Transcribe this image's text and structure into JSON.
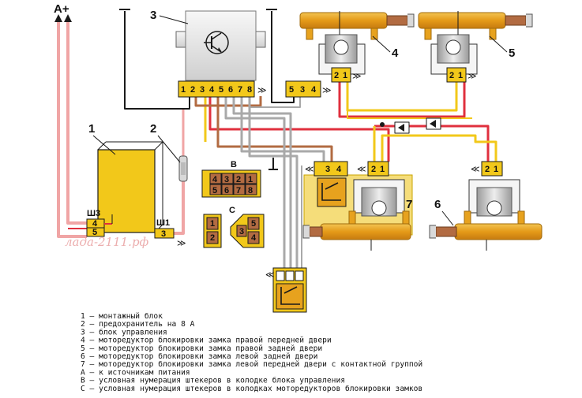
{
  "diagram": {
    "callouts": [
      "1",
      "2",
      "3",
      "4",
      "5",
      "6",
      "7"
    ],
    "power_label": "A+",
    "plug_labels": {
      "sh3": "Ш3",
      "sh1": "Ш1",
      "B": "В",
      "C": "С"
    },
    "control_unit_pins": [
      "1",
      "2",
      "3",
      "4",
      "5",
      "6",
      "7",
      "8"
    ],
    "control_unit_pins_b": [
      "5",
      "3",
      "4"
    ],
    "block_b_pins": [
      [
        "4",
        "3",
        "2",
        "1"
      ],
      [
        "5",
        "6",
        "7",
        "8"
      ]
    ],
    "block_c_left_pins": [
      "1",
      "2"
    ],
    "block_c_right_pins": [
      "3",
      "4",
      "5"
    ],
    "motor_pins": [
      "2",
      "1"
    ],
    "switch_pins": [
      "3",
      "4"
    ],
    "sh3_pins": [
      "4",
      "5"
    ],
    "sh1_pin": "3",
    "watermark": "лада-2111.рф",
    "colors": {
      "yellow": "#f2c81a",
      "orange_body": "#e7a21e",
      "red": "#e0303e",
      "pink": "#f0a5a5",
      "brown": "#b26b42",
      "gray": "#a9a9a9",
      "black": "#1a1a1a"
    }
  },
  "legend": [
    "1 – монтажный блок",
    "2 – предохранитель на 8 А",
    "3 – блок управления",
    "4 – моторедуктор блокировки замка правой передней двери",
    "5 – моторедуктор блокировки замка правой задней двери",
    "6 – моторедуктор блокировки замка левой задней двери",
    "7 – моторедуктор блокировки замка левой передней двери с контактной группой",
    "А – к источникам питания",
    "В – условная нумерация штекеров в колодке блока управления",
    "С – условная нумерация штекеров в колодках моторедукторов блокировки замков"
  ]
}
